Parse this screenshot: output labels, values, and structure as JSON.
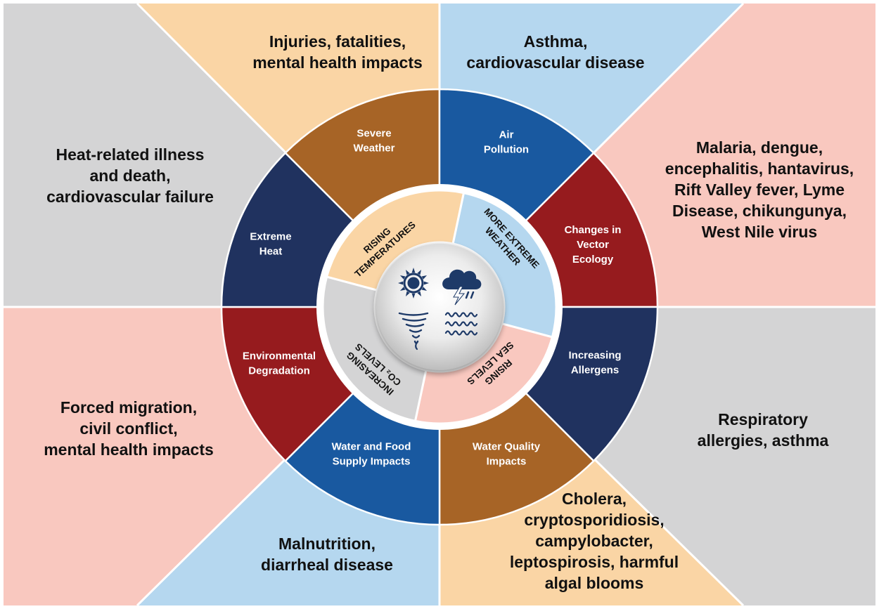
{
  "colors": {
    "tan": "#fad5a5",
    "light_blue": "#b5d7ef",
    "pink": "#f9c8bf",
    "gray": "#d4d4d5",
    "brown": "#a76426",
    "blue": "#1959a0",
    "red": "#961b1e",
    "navy": "#20325f"
  },
  "outer_regions": [
    {
      "name": "severe-weather-impacts",
      "lines": [
        "Injuries, fatalities,",
        "mental health impacts"
      ]
    },
    {
      "name": "air-pollution-impacts",
      "lines": [
        "Asthma,",
        "cardiovascular disease"
      ]
    },
    {
      "name": "vector-ecology-impacts",
      "lines": [
        "Malaria, dengue,",
        "encephalitis, hantavirus,",
        "Rift Valley fever, Lyme",
        "Disease, chikungunya,",
        "West Nile virus"
      ]
    },
    {
      "name": "allergen-impacts",
      "lines": [
        "Respiratory",
        "allergies, asthma"
      ]
    },
    {
      "name": "water-quality-impacts",
      "lines": [
        "Cholera,",
        "cryptosporidiosis,",
        "campylobacter,",
        "leptospirosis, harmful",
        "algal blooms"
      ]
    },
    {
      "name": "water-food-impacts",
      "lines": [
        "Malnutrition,",
        "diarrheal disease"
      ]
    },
    {
      "name": "environmental-degradation-impacts",
      "lines": [
        "Forced migration,",
        "civil conflict,",
        "mental health impacts"
      ]
    },
    {
      "name": "extreme-heat-impacts",
      "lines": [
        "Heat-related illness",
        "and death,",
        "cardiovascular failure"
      ]
    }
  ],
  "ring_segments": [
    {
      "name": "severe-weather",
      "lines": [
        "Severe",
        "Weather"
      ]
    },
    {
      "name": "air-pollution",
      "lines": [
        "Air",
        "Pollution"
      ]
    },
    {
      "name": "vector-ecology",
      "lines": [
        "Changes in",
        "Vector",
        "Ecology"
      ]
    },
    {
      "name": "increasing-allergens",
      "lines": [
        "Increasing",
        "Allergens"
      ]
    },
    {
      "name": "water-quality",
      "lines": [
        "Water Quality",
        "Impacts"
      ]
    },
    {
      "name": "water-food-supply",
      "lines": [
        "Water and Food",
        "Supply Impacts"
      ]
    },
    {
      "name": "environmental-degradation",
      "lines": [
        "Environmental",
        "Degradation"
      ]
    },
    {
      "name": "extreme-heat",
      "lines": [
        "Extreme",
        "Heat"
      ]
    }
  ],
  "drivers": [
    {
      "name": "rising-temperatures",
      "lines": [
        "RISING",
        "TEMPERATURES"
      ]
    },
    {
      "name": "more-extreme-weather",
      "lines": [
        "MORE EXTREME",
        "WEATHER"
      ]
    },
    {
      "name": "rising-sea-levels",
      "lines": [
        "RISING",
        "SEA LEVELS"
      ]
    },
    {
      "name": "increasing-co2-levels",
      "lines": [
        "INCREASING",
        "CO₂ LEVELS"
      ]
    }
  ],
  "center_icons": [
    "sun-icon",
    "storm-cloud-icon",
    "tornado-icon",
    "waves-icon"
  ]
}
